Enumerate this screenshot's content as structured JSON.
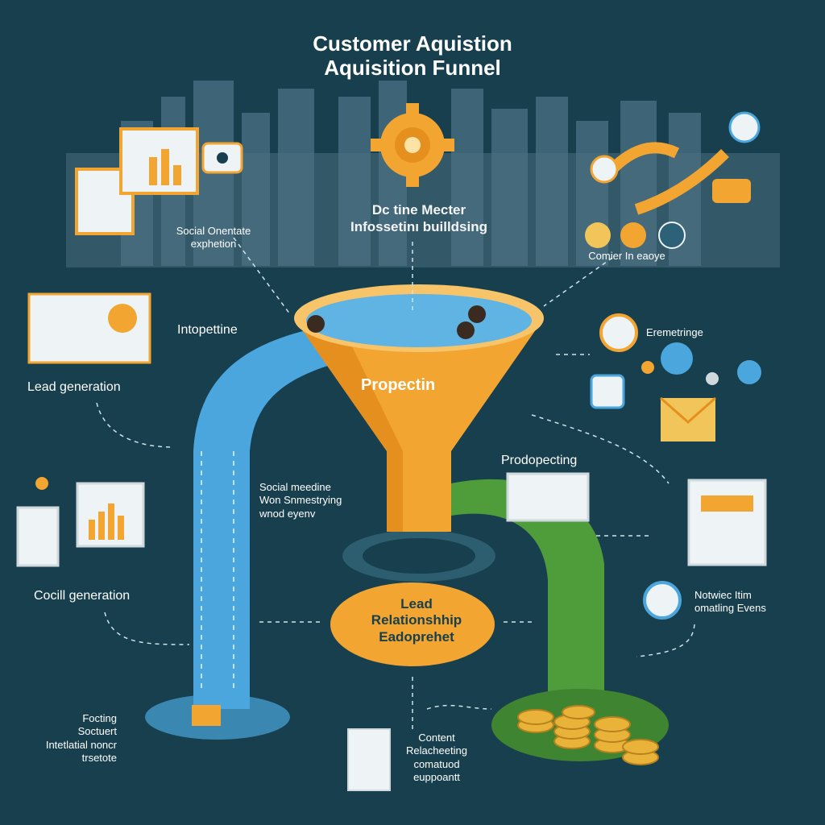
{
  "title": {
    "line1": "Customer Aquistion",
    "line2": "Aquisition Funnel"
  },
  "banner": {
    "center_label": "Dc tine Mecter\nInfossetinı builldsing",
    "left_label": "Social Onentate\nexphetion",
    "right_label": "Comier In eaoye"
  },
  "funnel": {
    "top_label": "Intopettine",
    "body_label": "Propectin",
    "ellipse_label": "Lead\nRelationshhip\nEadoprehet"
  },
  "left": {
    "lead_generation": "Lead generation",
    "social_generation": "Cocill generation",
    "bottom_label": "Focting\nSoctuert\nIntetlatial noncr\ntrsetote"
  },
  "middle": {
    "social_media": "Social meedine\nWon Snmestrying\nwnod eyenv",
    "content": "Content\nRelacheeting\ncomatuod\neuppoantt"
  },
  "right": {
    "engagement": "Eremetringe",
    "prospecting": "Prodopecting",
    "events": "Notwiec Itim\nomatling Evens"
  },
  "colors": {
    "background": "#173f4e",
    "funnel_orange": "#f2a531",
    "blue_stream": "#4aa6dd",
    "green_stream": "#4e9c3a",
    "gold": "#e9b33a"
  }
}
